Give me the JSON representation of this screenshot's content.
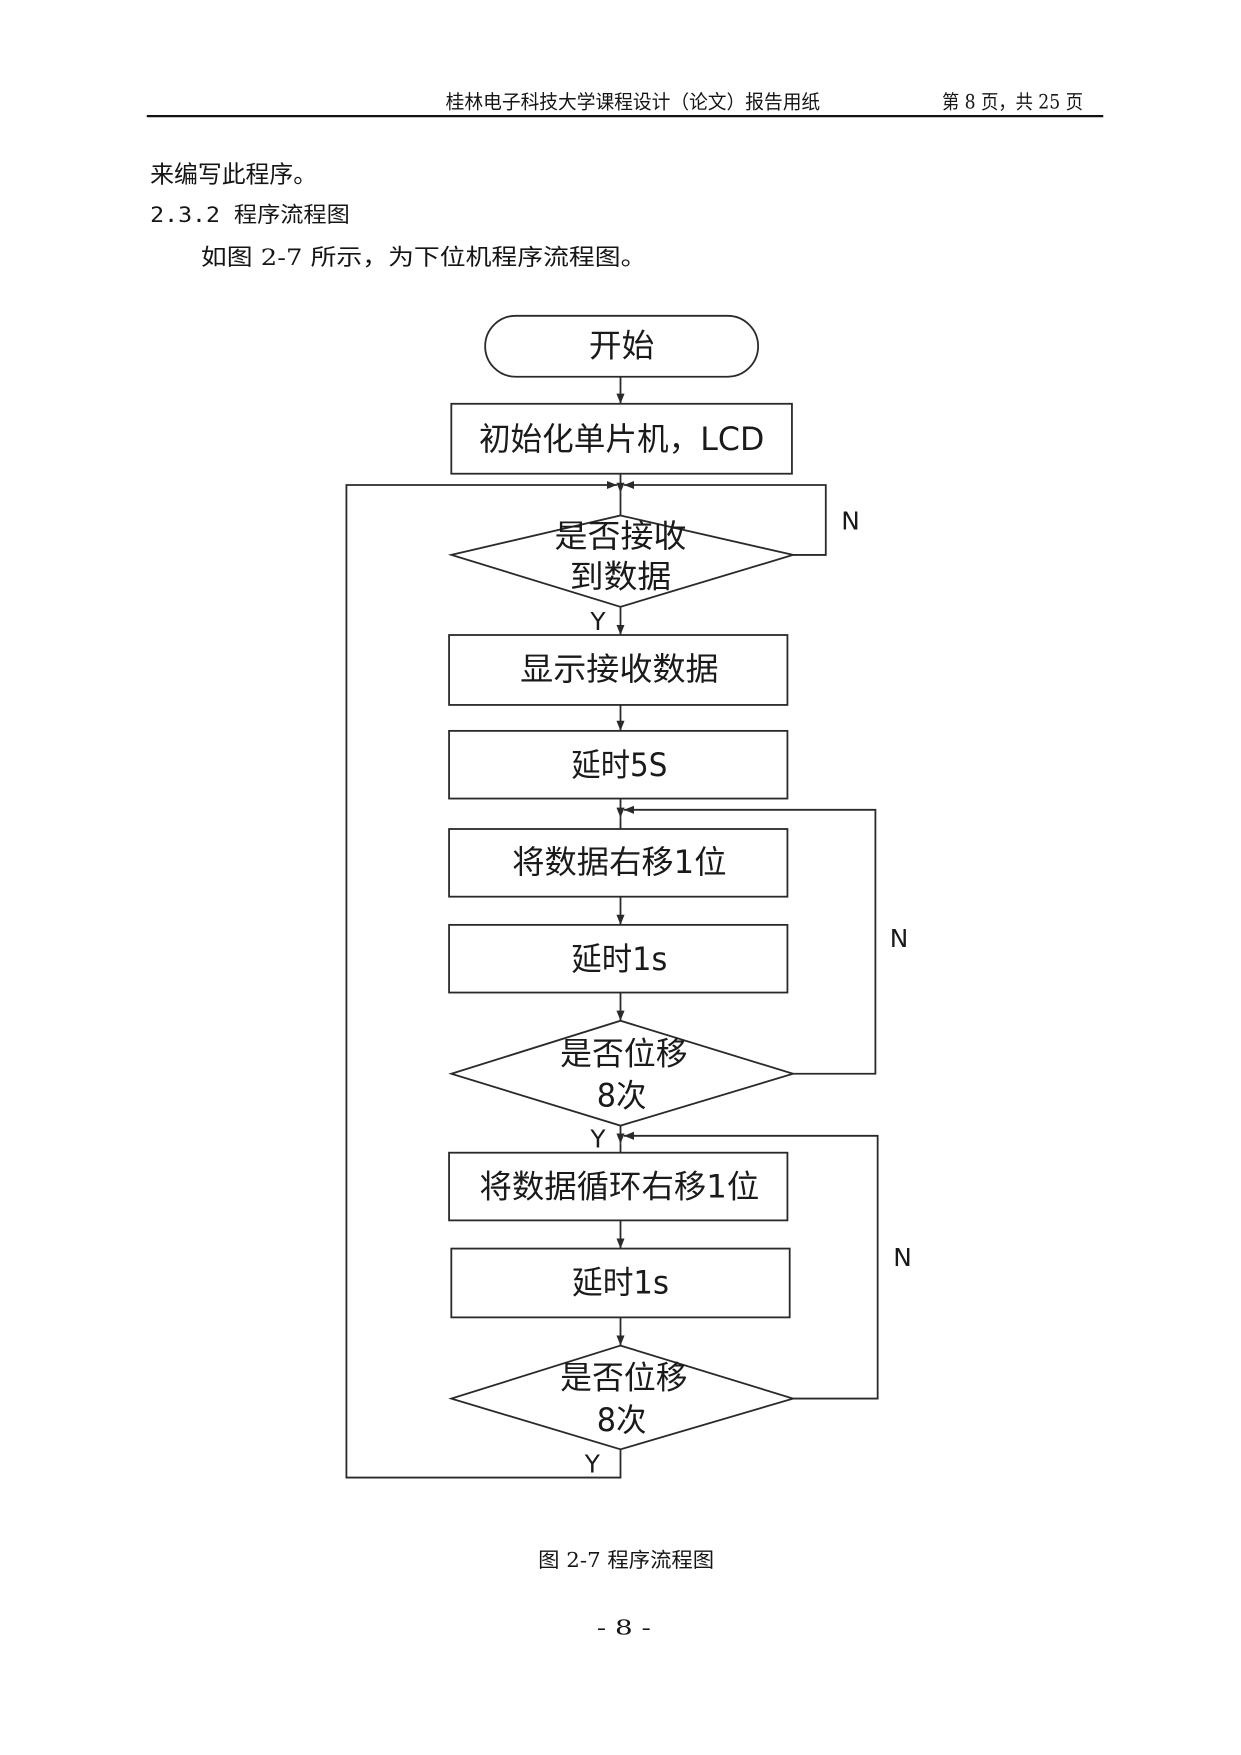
{
  "header": {
    "title": "桂林电子科技大学课程设计（论文）报告用纸",
    "page_info": "第 8 页，共 25 页"
  },
  "body": {
    "continuation": "来编写此程序。",
    "section_heading": "2.3.2 程序流程图",
    "intro": "如图 2-7 所示，为下位机程序流程图。"
  },
  "flowchart": {
    "start": "开始",
    "init": "初始化单片机，LCD",
    "check_received": {
      "lines": [
        "是否接收",
        "到数据"
      ],
      "no": "N",
      "yes": "Y"
    },
    "display": "显示接收数据",
    "delay_5s": "延时5S",
    "shift_right": "将数据右移1位",
    "delay_1s_first": "延时1s",
    "check_shift_first": {
      "lines": [
        "是否位移",
        "8次"
      ],
      "no": "N",
      "yes": "Y"
    },
    "rotate_right": "将数据循环右移1位",
    "delay_1s_second": "延时1s",
    "check_shift_second": {
      "lines": [
        "是否位移",
        "8次"
      ],
      "no": "N",
      "yes": "Y"
    }
  },
  "caption": "图 2-7 程序流程图",
  "page_number": "- 8 -"
}
